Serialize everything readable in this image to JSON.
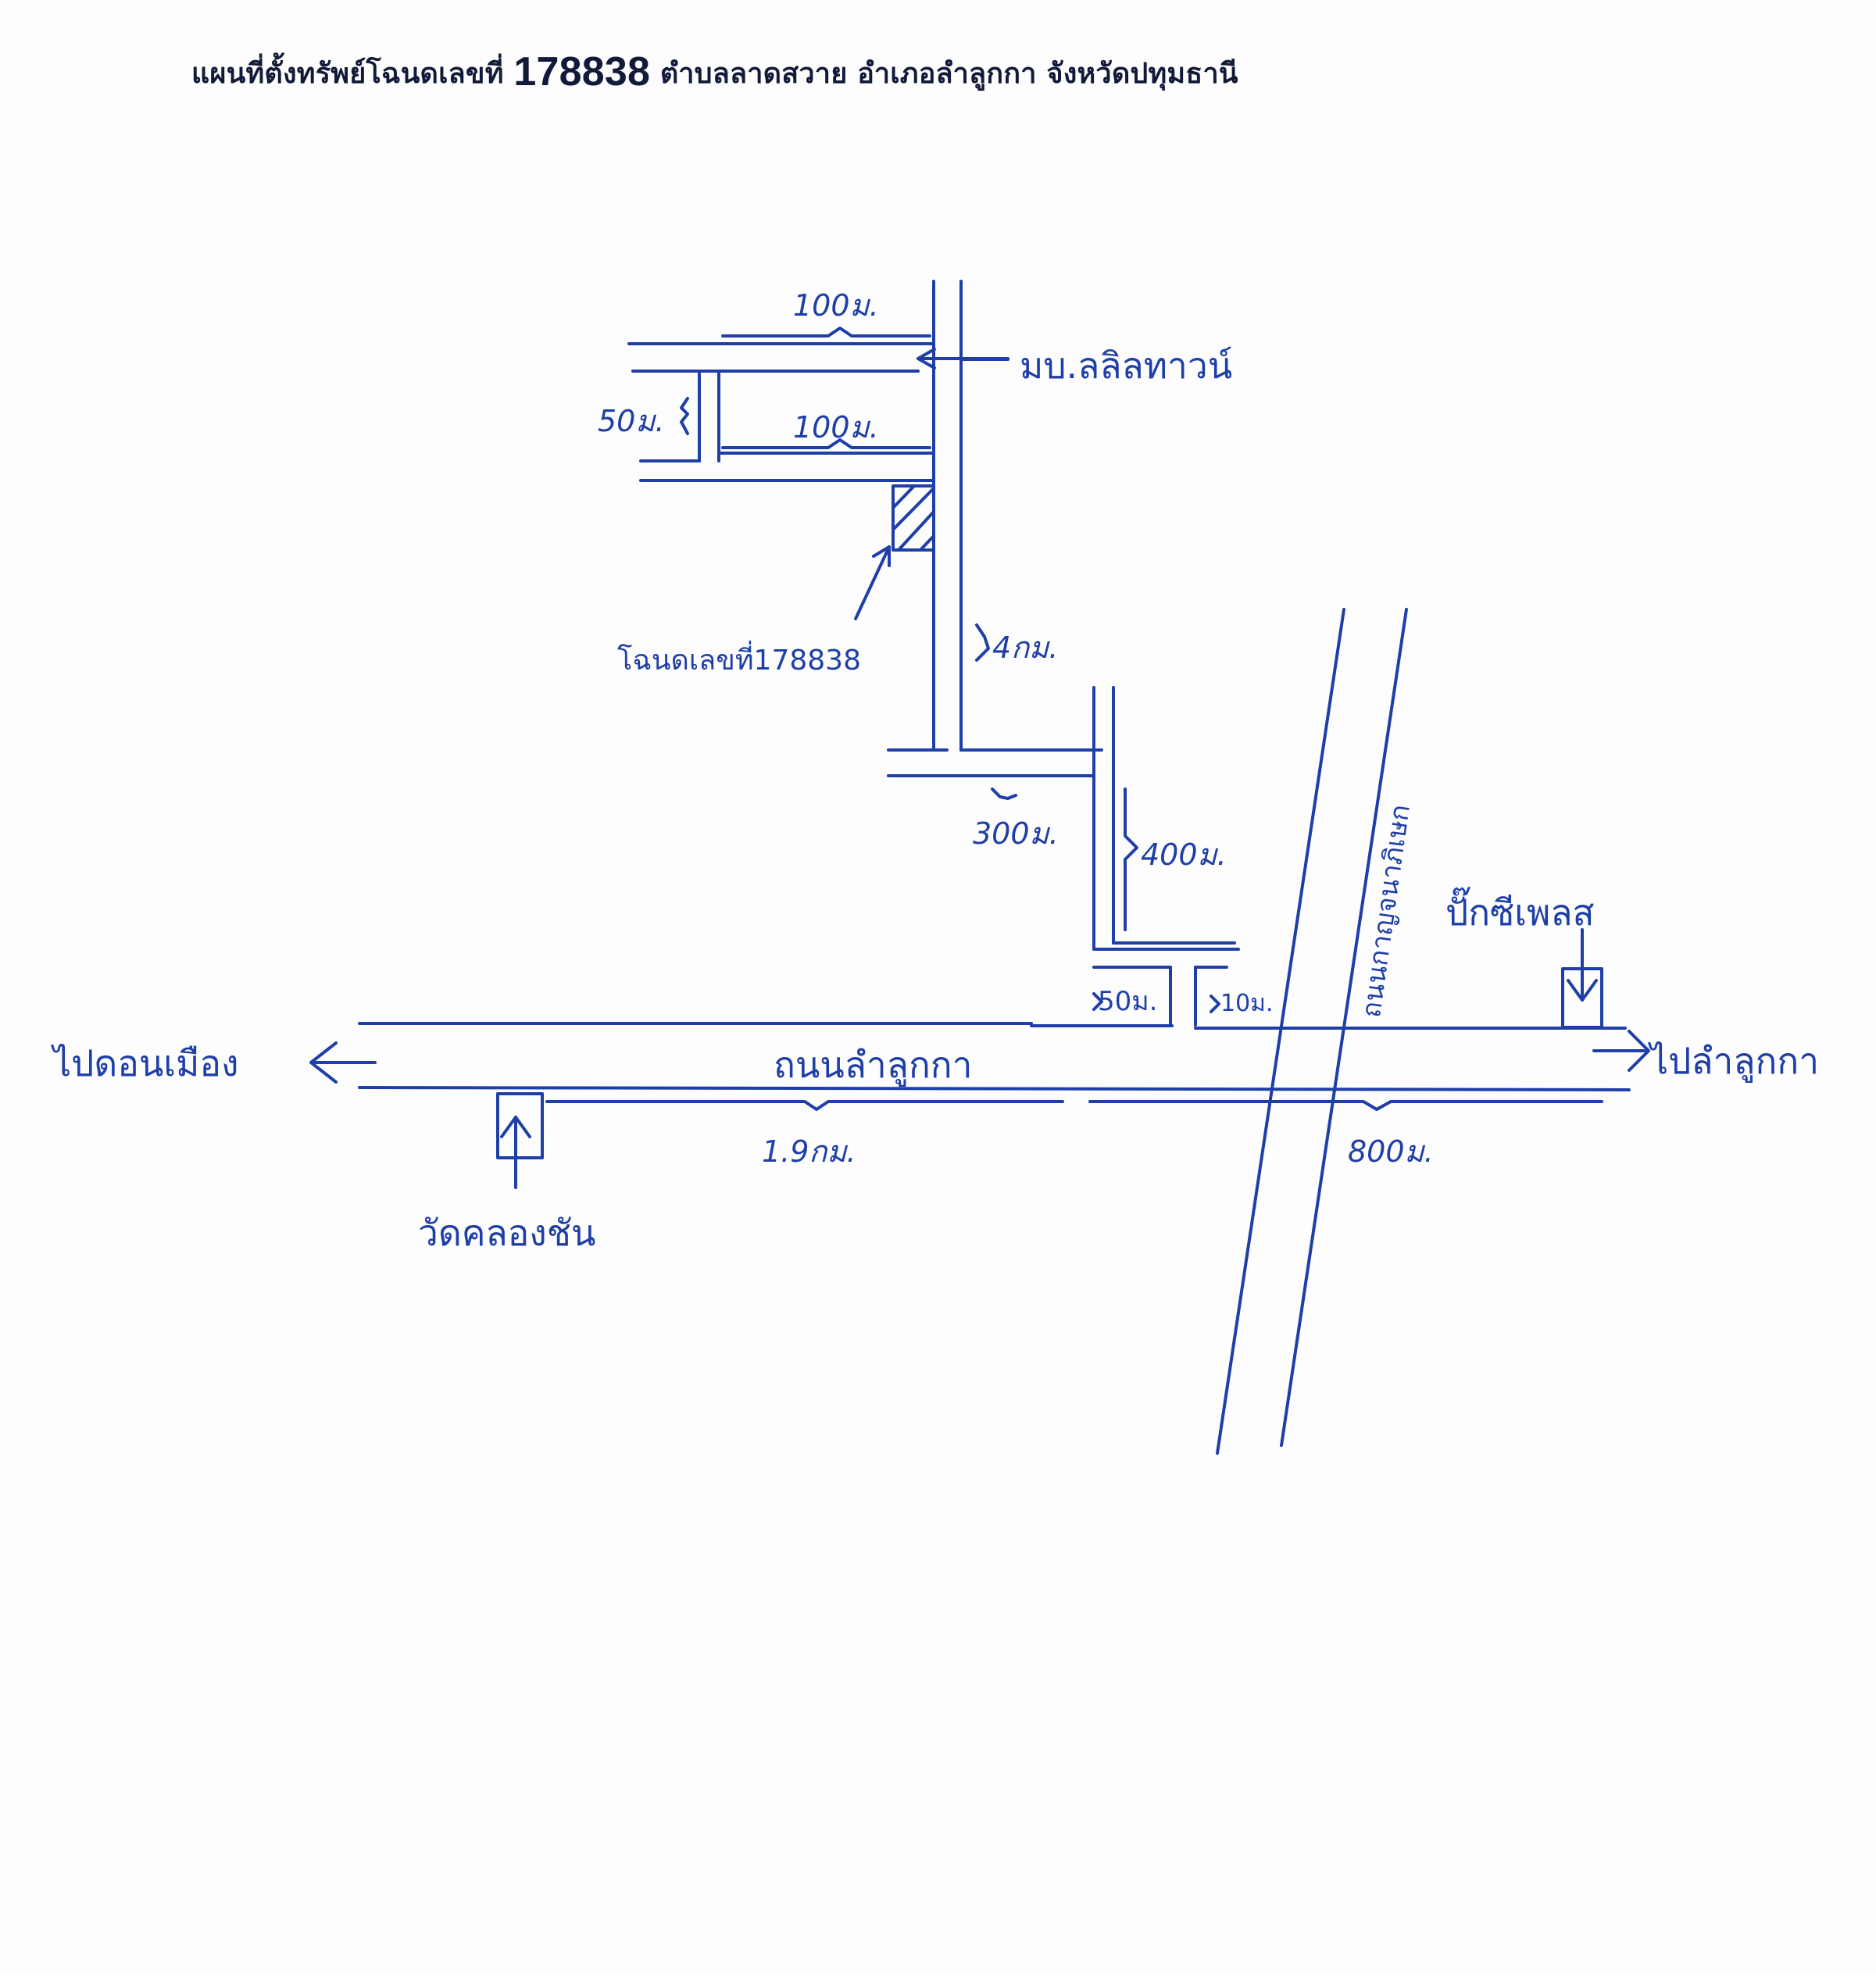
{
  "title": {
    "prefix": "แผนที่ตั้งทรัพย์โฉนดเลขที่",
    "deed_number": "178838",
    "suffix": "ตำบลลาดสวาย อำเภอลำลูกกา จังหวัดปทุมธานี"
  },
  "map": {
    "ink_color": "#1f3fa8",
    "labels": {
      "dist_top_100": "100ม.",
      "village": "มบ.ลลิลทาวน์",
      "dist_50": "50ม.",
      "dist_inner_100": "100ม.",
      "deed_callout": "โฉนดเลขที่178838",
      "dist_4km": "4กม.",
      "dist_300": "300ม.",
      "dist_400": "400ม.",
      "dist_50_small": "50ม.",
      "dist_10": "10ม.",
      "to_don_mueang": "ไปดอนเมือง",
      "main_road": "ถนนลำลูกกา",
      "to_lam_luk_ka": "ไปลำลูกกา",
      "dist_1_9km": "1.9กม.",
      "dist_800": "800ม.",
      "temple": "วัดคลองชัน",
      "landmark_right": "ปั๊กซีเพลส",
      "ring_road": "ถนนกาญจนาภิเษก"
    }
  }
}
